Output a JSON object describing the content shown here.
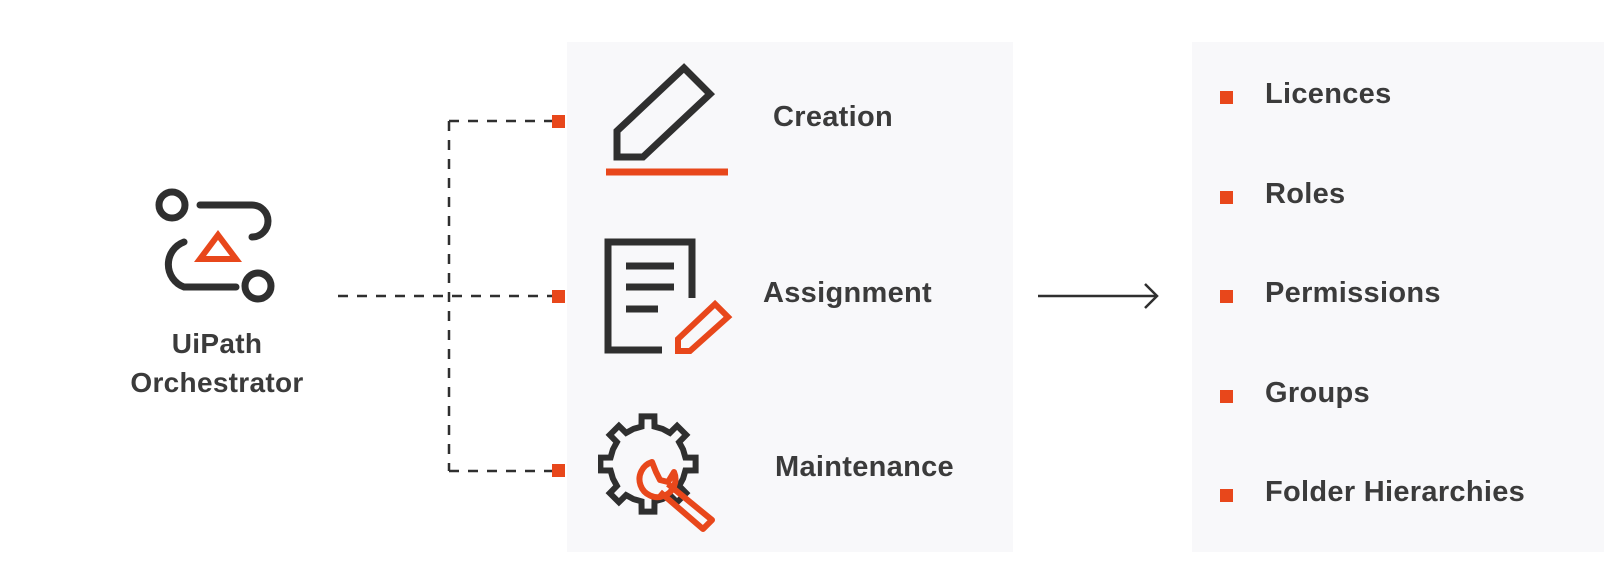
{
  "source": {
    "icon": "uipath-orchestrator-icon",
    "label_line1": "UiPath",
    "label_line2": "Orchestrator"
  },
  "activities": [
    {
      "label": "Creation",
      "icon": "pencil-icon"
    },
    {
      "label": "Assignment",
      "icon": "document-edit-icon"
    },
    {
      "label": "Maintenance",
      "icon": "gear-wrench-icon"
    }
  ],
  "arrow_icon": "arrow-right-icon",
  "features": [
    "Licences",
    "Roles",
    "Permissions",
    "Groups",
    "Folder Hierarchies"
  ],
  "colors": {
    "accent": "#e8471b",
    "dark": "#2f2f2f",
    "panel": "#f8f8fa"
  }
}
